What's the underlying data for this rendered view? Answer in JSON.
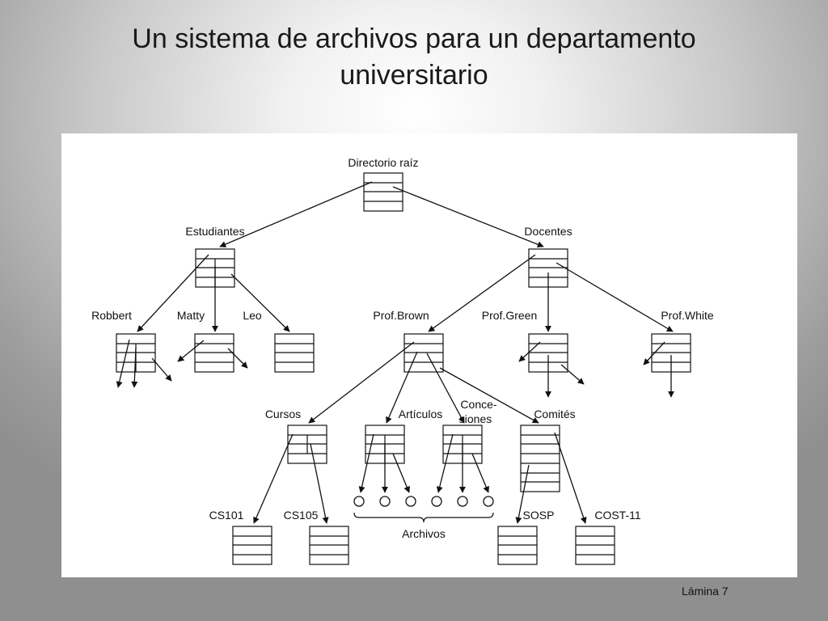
{
  "title": {
    "line1": "Un sistema de archivos para un departamento",
    "line2": "universitario"
  },
  "diagram": {
    "labels": {
      "root": "Directorio raíz",
      "students": "Estudiantes",
      "faculty": "Docentes",
      "robbert": "Robbert",
      "matty": "Matty",
      "leo": "Leo",
      "prof_brown": "Prof.Brown",
      "prof_green": "Prof.Green",
      "prof_white": "Prof.White",
      "courses": "Cursos",
      "papers": "Artículos",
      "grants_line1": "Conce-",
      "grants_line2": "siones",
      "committees": "Comités",
      "cs101": "CS101",
      "cs105": "CS105",
      "files": "Archivos",
      "sosp": "SOSP",
      "cost11": "COST-11"
    }
  },
  "footer": {
    "slide_label": "Lámina 7",
    "slide_number": "7"
  }
}
